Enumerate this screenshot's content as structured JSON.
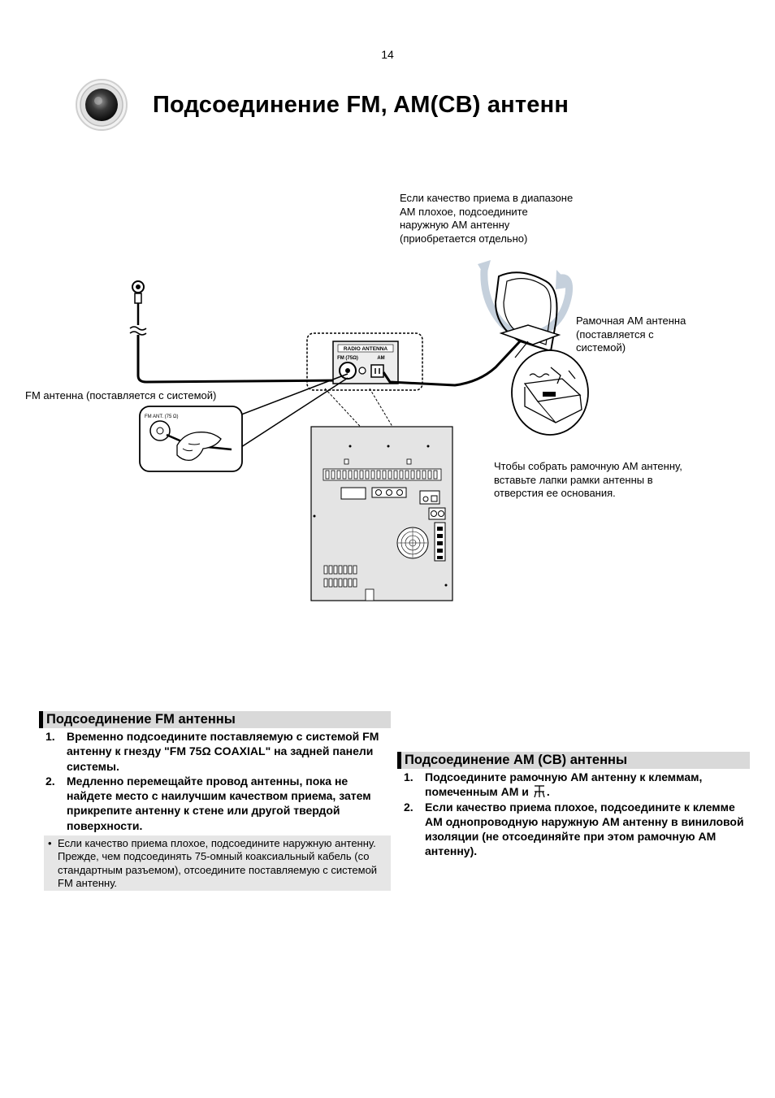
{
  "page": {
    "number": "14",
    "title": "Подсоединение FM, AM(CB) антенн"
  },
  "diagram": {
    "callout_outdoor_am": "Если качество приема в диапазоне\nАМ плохое, подсоедините\nнаружную АМ антенну\n(приобретается отдельно)",
    "callout_loop_antenna": "Рамочная АМ антенна\n(поставляется с\nсистемой)",
    "callout_fm_antenna": "FM антенна (поставляется с системой)",
    "callout_assemble": "Чтобы собрать рамочную АМ антенну,\nвставьте лапки рамки антенны в\nотверстия ее основания.",
    "panel_title": "RADIO ANTENNA",
    "panel_fm_label": "FM (75Ω)",
    "panel_am_label": "AM",
    "zoom_label": "FM ANT. (75 Ω)"
  },
  "fm_section": {
    "header": "Подсоединение FM антенны",
    "steps": [
      {
        "num": "1.",
        "text": "Временно подсоедините поставляемую с системой FM антенну к гнезду \"FM 75Ω COAXIAL\" на задней панели системы."
      },
      {
        "num": "2.",
        "text": "Медленно перемещайте провод антенны, пока не найдете место с наилучшим качеством приема, затем прикрепите антенну к стене или другой твердой поверхности."
      }
    ],
    "note_bullet": "•",
    "note": "Если качество приема плохое, подсоедините наружную антенну. Прежде, чем подсоединять 75-омный коаксиальный кабель (со стандартным разъемом), отсоедините поставляемую с системой FM антенну."
  },
  "am_section": {
    "header": "Подсоединение АМ (CB) антенны",
    "steps": [
      {
        "num": "1.",
        "text_before_icon": "Подсоедините рамочную АМ антенну к клеммам, помеченным АМ и",
        "icon": "ground-symbol-icon",
        "text_after_icon": "."
      },
      {
        "num": "2.",
        "text": "Если качество приема плохое, подсоедините к клемме АМ однопроводную наружную АМ антенну в виниловой изоляции (не отсоединяйте при этом рамочную АМ антенну)."
      }
    ]
  }
}
